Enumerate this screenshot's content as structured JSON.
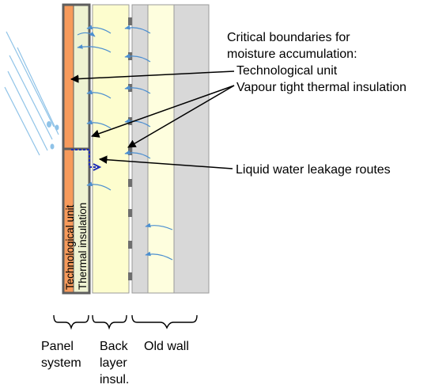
{
  "diagram": {
    "heading_line1": "Critical boundaries for",
    "heading_line2": "moisture accumulation:",
    "item_technological_unit": "Technological unit",
    "item_vapour_tight": "Vapour tight thermal insulation",
    "leakage_label": "Liquid water leakage routes",
    "layer_technological_unit": "Technological unit",
    "layer_thermal_insulation": "Thermal insulation",
    "brace_panel_line1": "Panel",
    "brace_panel_line2": "system",
    "brace_back_line1": "Back",
    "brace_back_line2": "layer",
    "brace_back_line3": "insul.",
    "brace_oldwall": "Old wall"
  },
  "colors": {
    "orange_layer": "#F79A5B",
    "thermal_insulation": "#EEF2D2",
    "back_layer": "#FDFDCE",
    "old_wall_light": "#FEFEDE",
    "grey_layer": "#D8D8D8",
    "frame_dark": "#5E5E5E",
    "rain": "#8FC3E8",
    "moisture_arrow": "#4C8FD0",
    "leakage_route": "#1E2DB8"
  }
}
